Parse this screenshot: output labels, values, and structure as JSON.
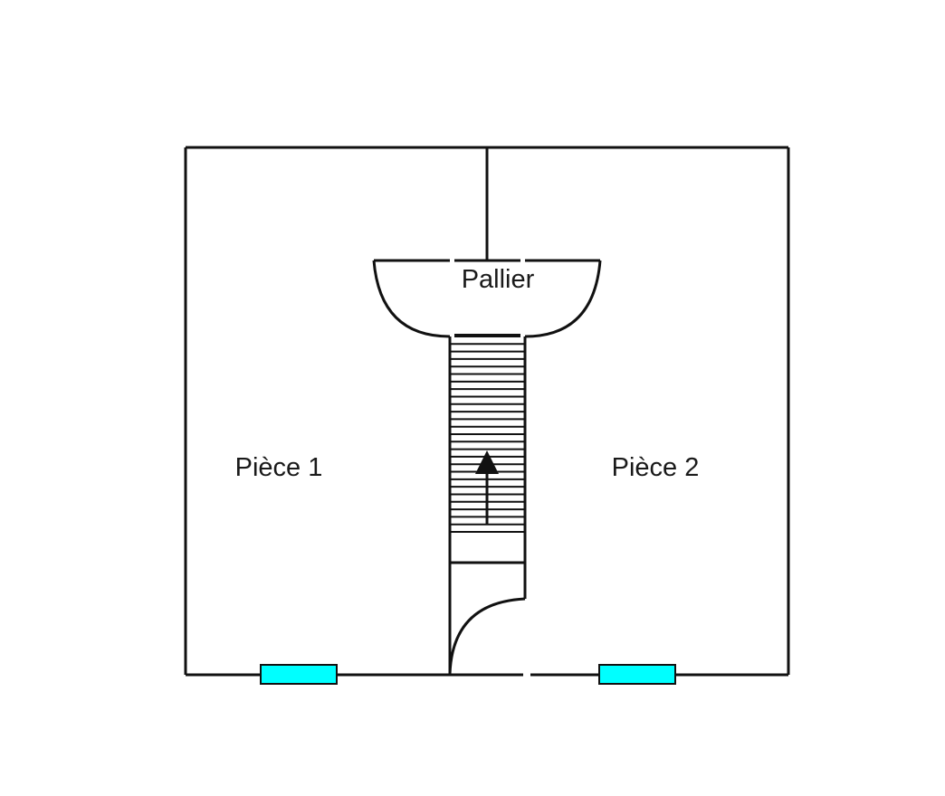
{
  "plan": {
    "labels": {
      "landing": "Pallier",
      "room1": "Pièce 1",
      "room2": "Pièce 2"
    },
    "colors": {
      "wall": "#111111",
      "window": "#00ffff"
    },
    "stair_steps": 26
  }
}
